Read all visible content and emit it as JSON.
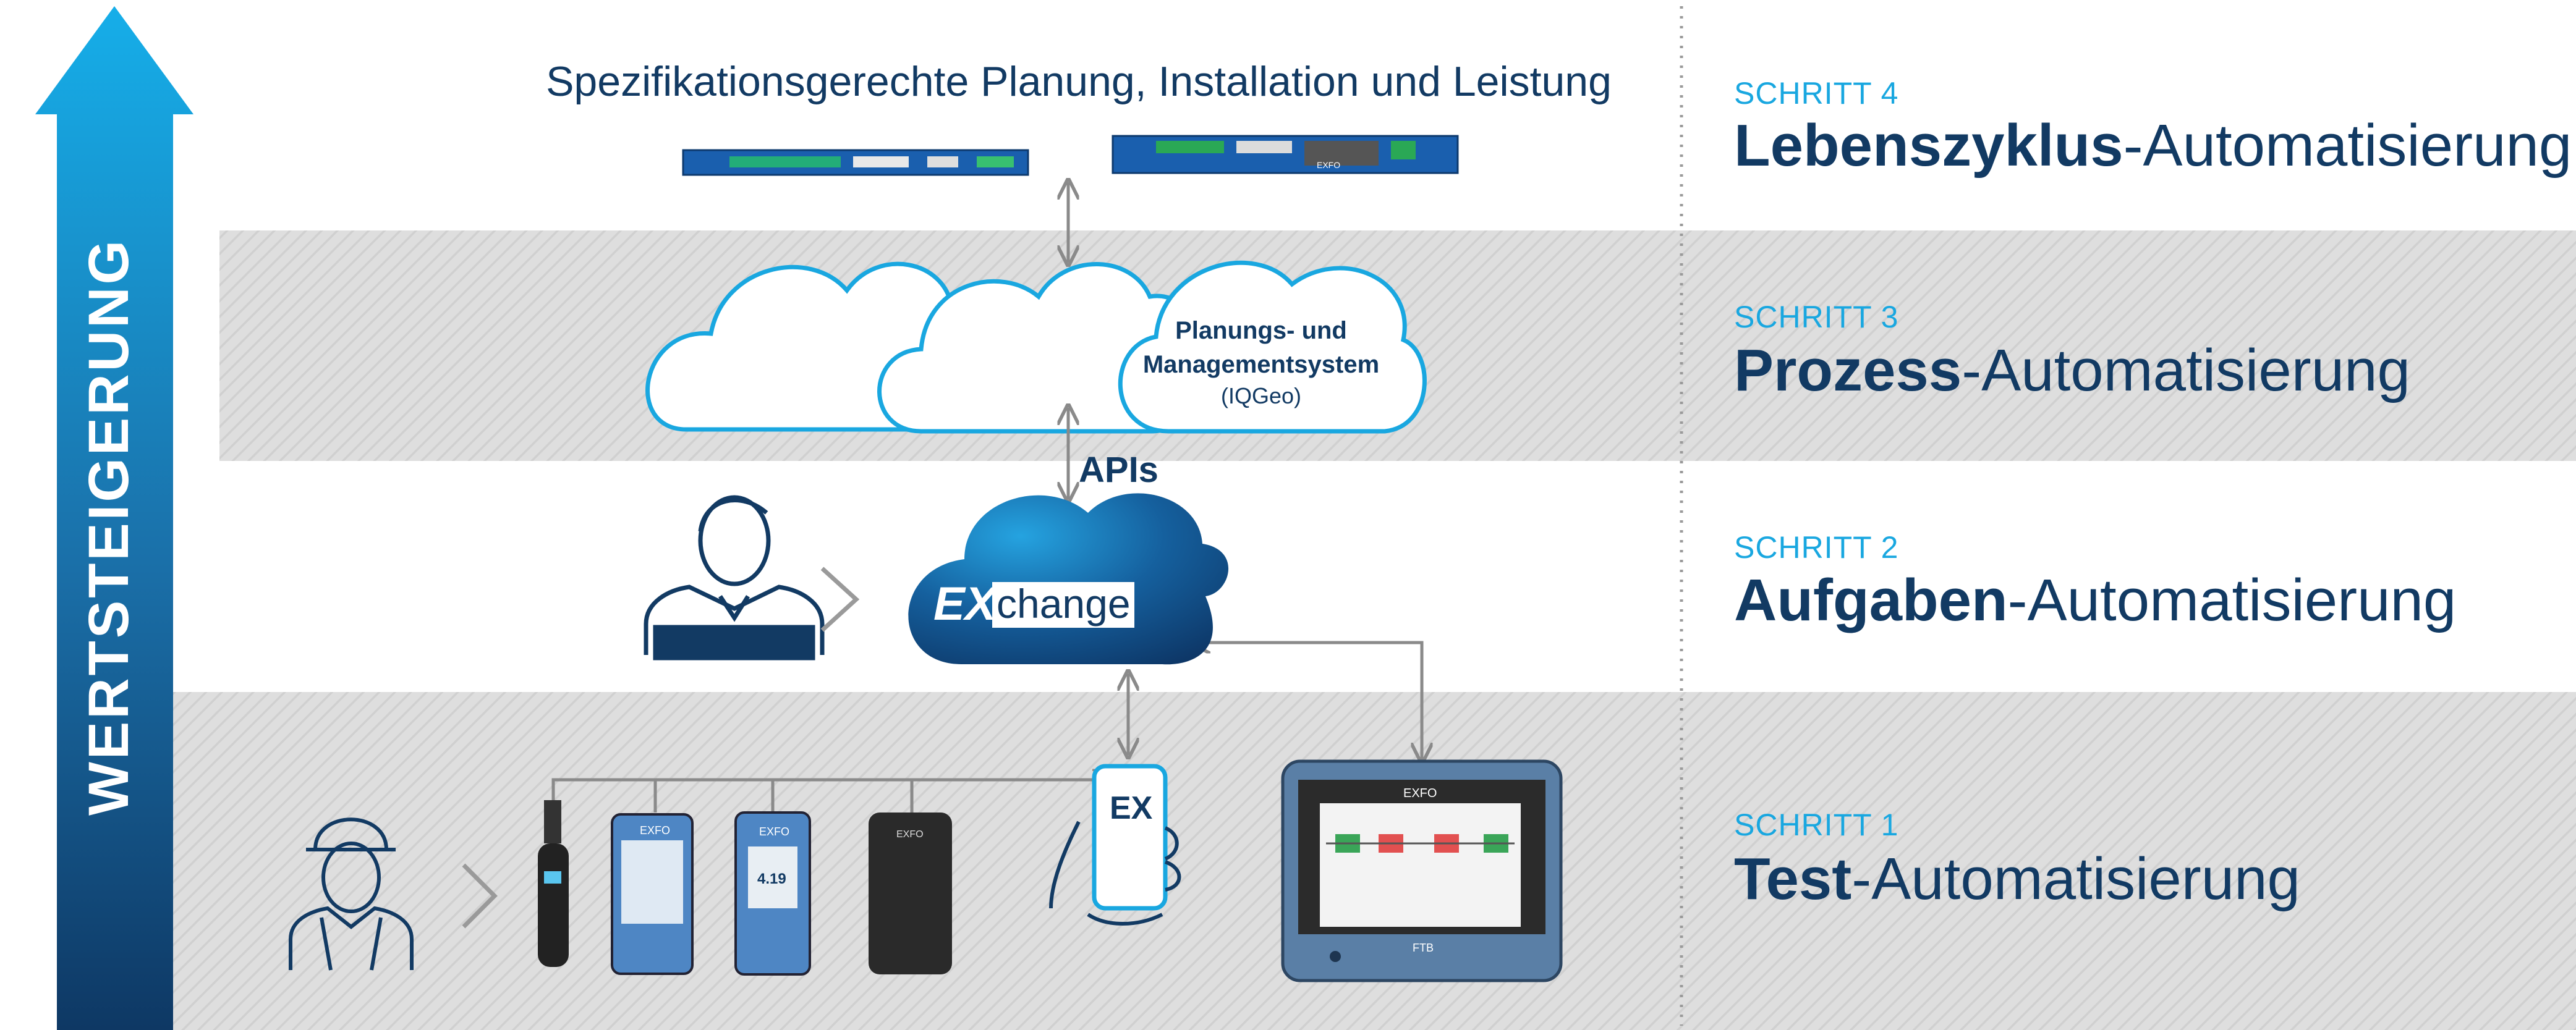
{
  "header": {
    "title": "Spezifikationsgerechte Planung, Installation und Leistung"
  },
  "arrow": {
    "label": "WERTSTEIGERUNG"
  },
  "steps": [
    {
      "label": "SCHRITT 4",
      "bold": "Lebenszyklus",
      "rest": "-Automatisierung"
    },
    {
      "label": "SCHRITT 3",
      "bold": "Prozess",
      "rest": "-Automatisierung"
    },
    {
      "label": "SCHRITT 2",
      "bold": "Aufgaben",
      "rest": "-Automatisierung"
    },
    {
      "label": "SCHRITT 1",
      "bold": "Test",
      "rest": "-Automatisierung"
    }
  ],
  "cloud": {
    "line1": "Planungs- und",
    "line2": "Managementsystem",
    "line3": "(IQGeo)"
  },
  "apis_label": "APIs",
  "exchange": {
    "ex": "EX",
    "change": "change"
  },
  "devices": {
    "brand": "EXFO",
    "tablet_model": "FTB",
    "reading": "4.19",
    "phone_logo": "EX"
  },
  "colors": {
    "navy": "#123a63",
    "accent": "#19a7e0",
    "stripe": "#e2e2e2"
  },
  "icons": [
    "rack-equipment-icon",
    "cloud-icon",
    "user-icon",
    "worker-icon",
    "smartphone-icon",
    "tablet-icon"
  ]
}
